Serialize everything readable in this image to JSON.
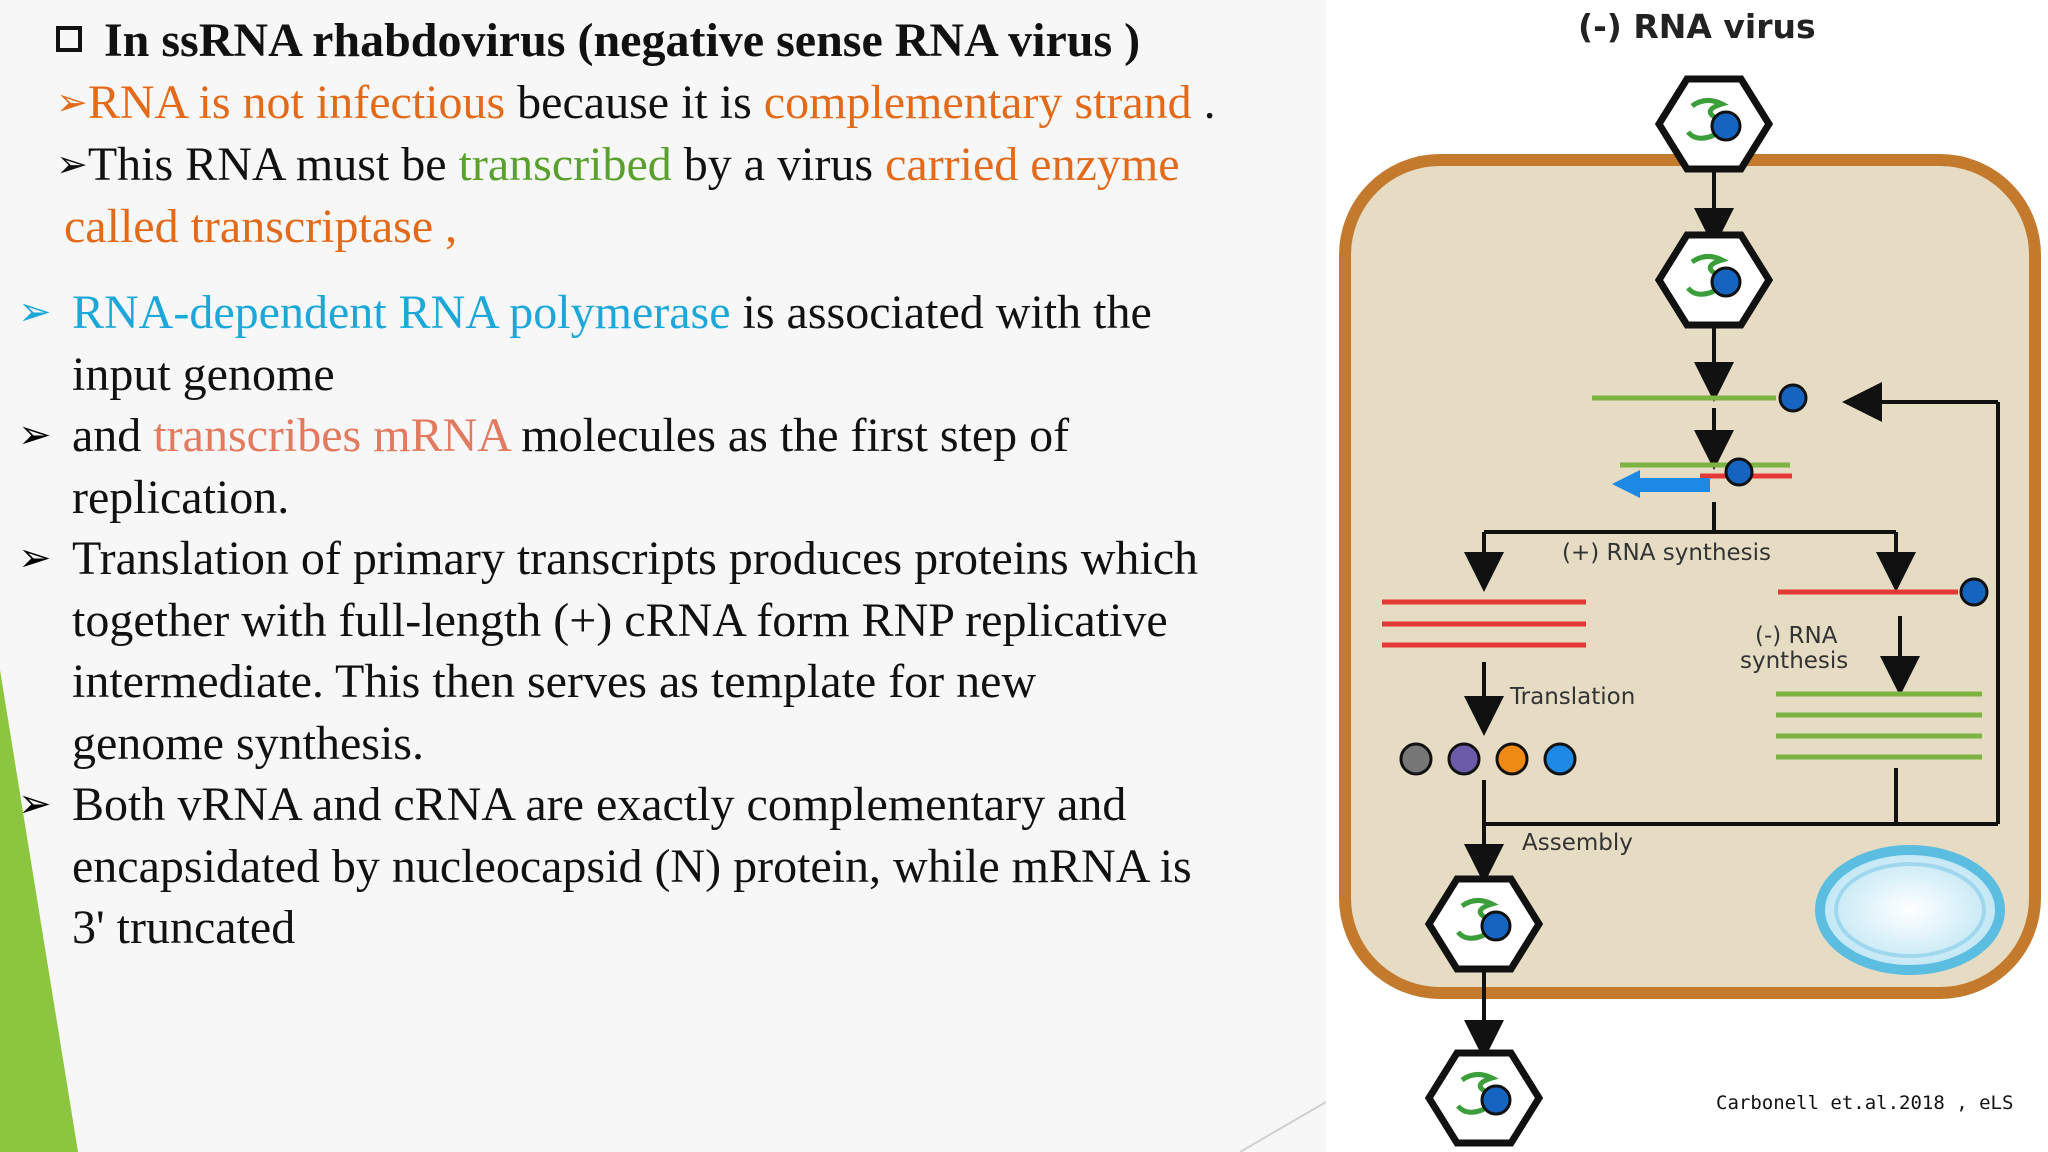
{
  "heading": {
    "text": "In ssRNA rhabdovirus  (negative sense RNA virus )"
  },
  "subpoints": [
    {
      "part1": "RNA is not infectious",
      "part2": " because it is ",
      "part3": "complementary strand",
      "part4": " ."
    },
    {
      "part1": "This RNA must be ",
      "part2": "transcribed",
      "part3": " by a virus ",
      "part4": "carried enzyme"
    },
    {
      "part1": "called transcriptase   ,"
    }
  ],
  "bullets": [
    {
      "lines": [
        {
          "a": "RNA-dependent RNA polymerase",
          "b": " is associated with the"
        },
        {
          "a": "input genome"
        }
      ]
    },
    {
      "lines": [
        {
          "a": "and ",
          "b": "transcribes mRNA",
          "c": " molecules as the first step of"
        },
        {
          "a": "replication."
        }
      ]
    },
    {
      "lines": [
        {
          "a": "Translation of primary transcripts produces proteins which"
        },
        {
          "a": "together with full-length (+) cRNA form RNP replicative"
        },
        {
          "a": "intermediate. This then serves as template for new"
        },
        {
          "a": "genome synthesis."
        }
      ]
    },
    {
      "lines": [
        {
          "a": " Both vRNA and cRNA are exactly complementary and"
        },
        {
          "a": "encapsidated by nucleocapsid (N) protein, while mRNA is"
        },
        {
          "a": "3' truncated"
        }
      ]
    }
  ],
  "figure": {
    "title": "(-) RNA virus",
    "label_plus_rna_synthesis": "(+) RNA synthesis",
    "label_minus_rna_1": "(-) RNA",
    "label_minus_rna_2": "synthesis",
    "label_translation": "Translation",
    "label_assembly": "Assembly",
    "credit": "Carbonell et.al.2018 , eLS"
  },
  "colors": {
    "orange": "#e26b1b",
    "green": "#5aa02c",
    "cyan": "#1ba8d8",
    "salmon": "#e27a60",
    "cell_border": "#c47a2c",
    "cell_fill": "#e6dcc4",
    "accent_green": "#8cc63f"
  },
  "icons": [
    "checkbox-square-icon",
    "bullet-arrow-icon",
    "virion-icon",
    "protein-dot-icon",
    "vesicle-icon"
  ]
}
